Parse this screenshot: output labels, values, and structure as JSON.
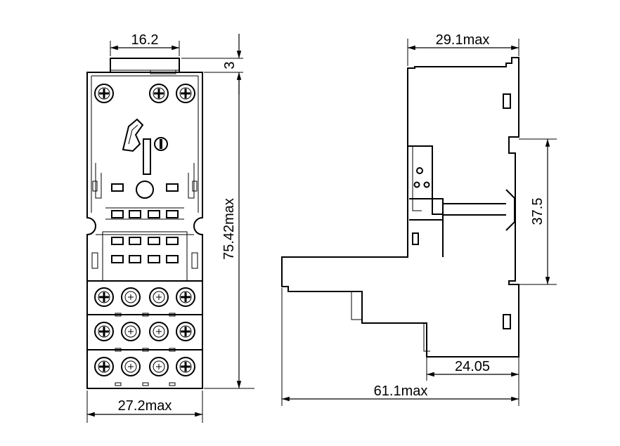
{
  "front_view": {
    "dim_top_width": "16.2",
    "dim_top_offset": "3",
    "dim_height": "75.42max",
    "dim_bottom_width": "27.2max"
  },
  "side_view": {
    "dim_top_width": "29.1max",
    "dim_rail": "37.5",
    "dim_inner": "24.05",
    "dim_overall": "61.1max"
  }
}
